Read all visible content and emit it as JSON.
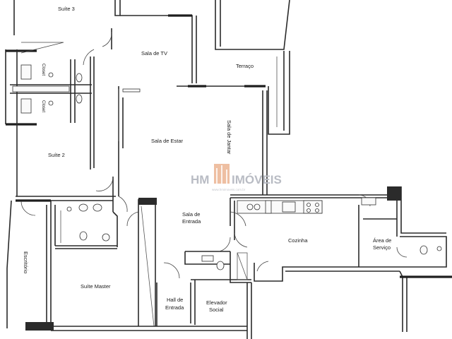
{
  "rooms": {
    "suite3": "Suíte 3",
    "sala_tv": "Sala de TV",
    "terraco": "Terraço",
    "sala_estar": "Sala de Estar",
    "sala_jantar": "Sala de Jantar",
    "suite2": "Suíte 2",
    "sala_entrada_1": "Sala de",
    "sala_entrada_2": "Entrada",
    "cozinha": "Cozinha",
    "area_servico_1": "Área de",
    "area_servico_2": "Serviço",
    "escritorio": "Escritório",
    "suite_master": "Suíte Master",
    "hall_1": "Hall de",
    "hall_2": "Entrada",
    "elevador_1": "Elevador",
    "elevador_2": "Social"
  },
  "closets": {
    "closet_a": "Closet",
    "closet_b": "Closet"
  },
  "watermark": {
    "brand_left": "HM",
    "brand_right": "IMÓVEIS",
    "tagline": "www.hmimoveis.com.br"
  },
  "colors": {
    "wall": "#2a2a2a",
    "watermark": "#b9bcc4",
    "watermark_accent": "#e08a55"
  }
}
